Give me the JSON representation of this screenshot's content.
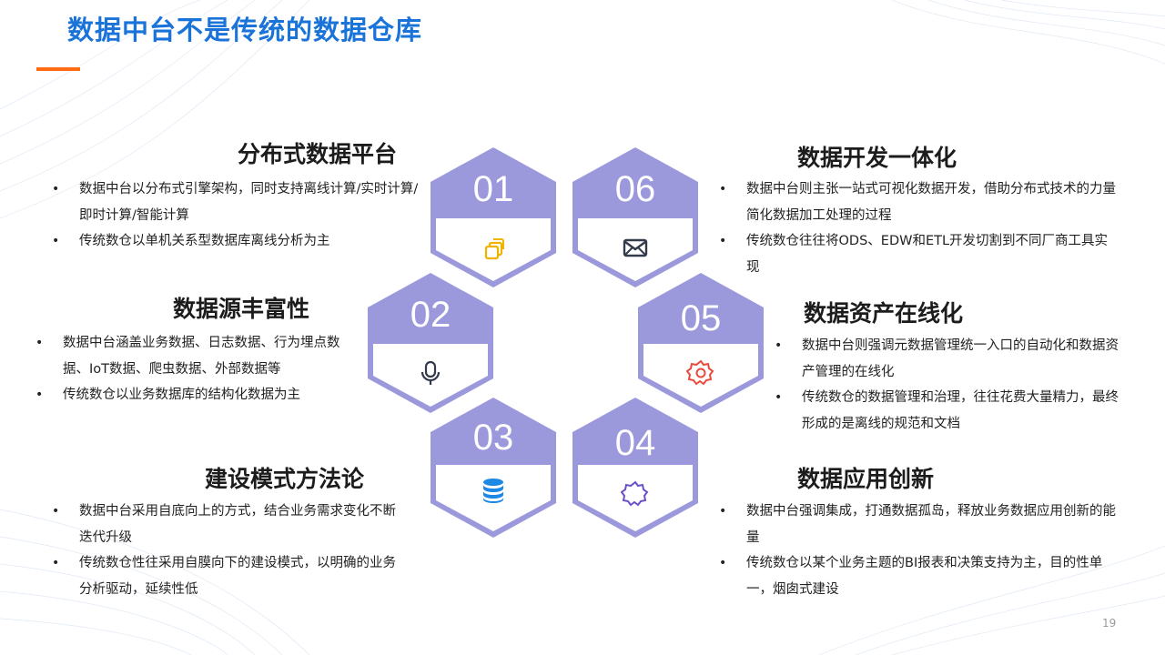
{
  "title": "数据中台不是传统的数据仓库",
  "page_number": "19",
  "colors": {
    "title": "#1a73d9",
    "accent": "#ff6a13",
    "hex_fill": "#9b98dc"
  },
  "hexagons": [
    {
      "num": "01",
      "icon": "copy-icon"
    },
    {
      "num": "02",
      "icon": "microphone-icon"
    },
    {
      "num": "03",
      "icon": "database-icon"
    },
    {
      "num": "04",
      "icon": "puzzle-gear-icon"
    },
    {
      "num": "05",
      "icon": "gear-icon"
    },
    {
      "num": "06",
      "icon": "mail-icon"
    }
  ],
  "sections": {
    "s1": {
      "title": "分布式数据平台",
      "bullets": [
        "数据中台以分布式引擎架构，同时支持离线计算/实时计算/即时计算/智能计算",
        "传统数仓以单机关系型数据库离线分析为主"
      ]
    },
    "s2": {
      "title": "数据源丰富性",
      "bullets": [
        "数据中台涵盖业务数据、日志数据、行为埋点数据、IoT数据、爬虫数据、外部数据等",
        "传统数仓以业务数据库的结构化数据为主"
      ]
    },
    "s3": {
      "title": "建设模式方法论",
      "bullets": [
        "数据中台采用自底向上的方式，结合业务需求变化不断迭代升级",
        "传统数仓性往采用自膜向下的建设模式，以明确的业务分析驱动，延续性低"
      ]
    },
    "s4": {
      "title": "数据应用创新",
      "bullets": [
        "数据中台强调集成，打通数据孤岛，释放业务数据应用创新的能量",
        "传统数仓以某个业务主题的BI报表和决策支持为主，目的性单一，烟囱式建设"
      ]
    },
    "s5": {
      "title": "数据资产在线化",
      "bullets": [
        "数据中台则强调元数据管理统一入口的自动化和数据资产管理的在线化",
        "传统数仓的数据管理和治理，往往花费大量精力，最终形成的是离线的规范和文档"
      ]
    },
    "s6": {
      "title": "数据开发一体化",
      "bullets": [
        "数据中台则主张一站式可视化数据开发，借助分布式技术的力量简化数据加工处理的过程",
        "传统数仓往往将ODS、EDW和ETL开发切割到不同厂商工具实现"
      ]
    }
  }
}
